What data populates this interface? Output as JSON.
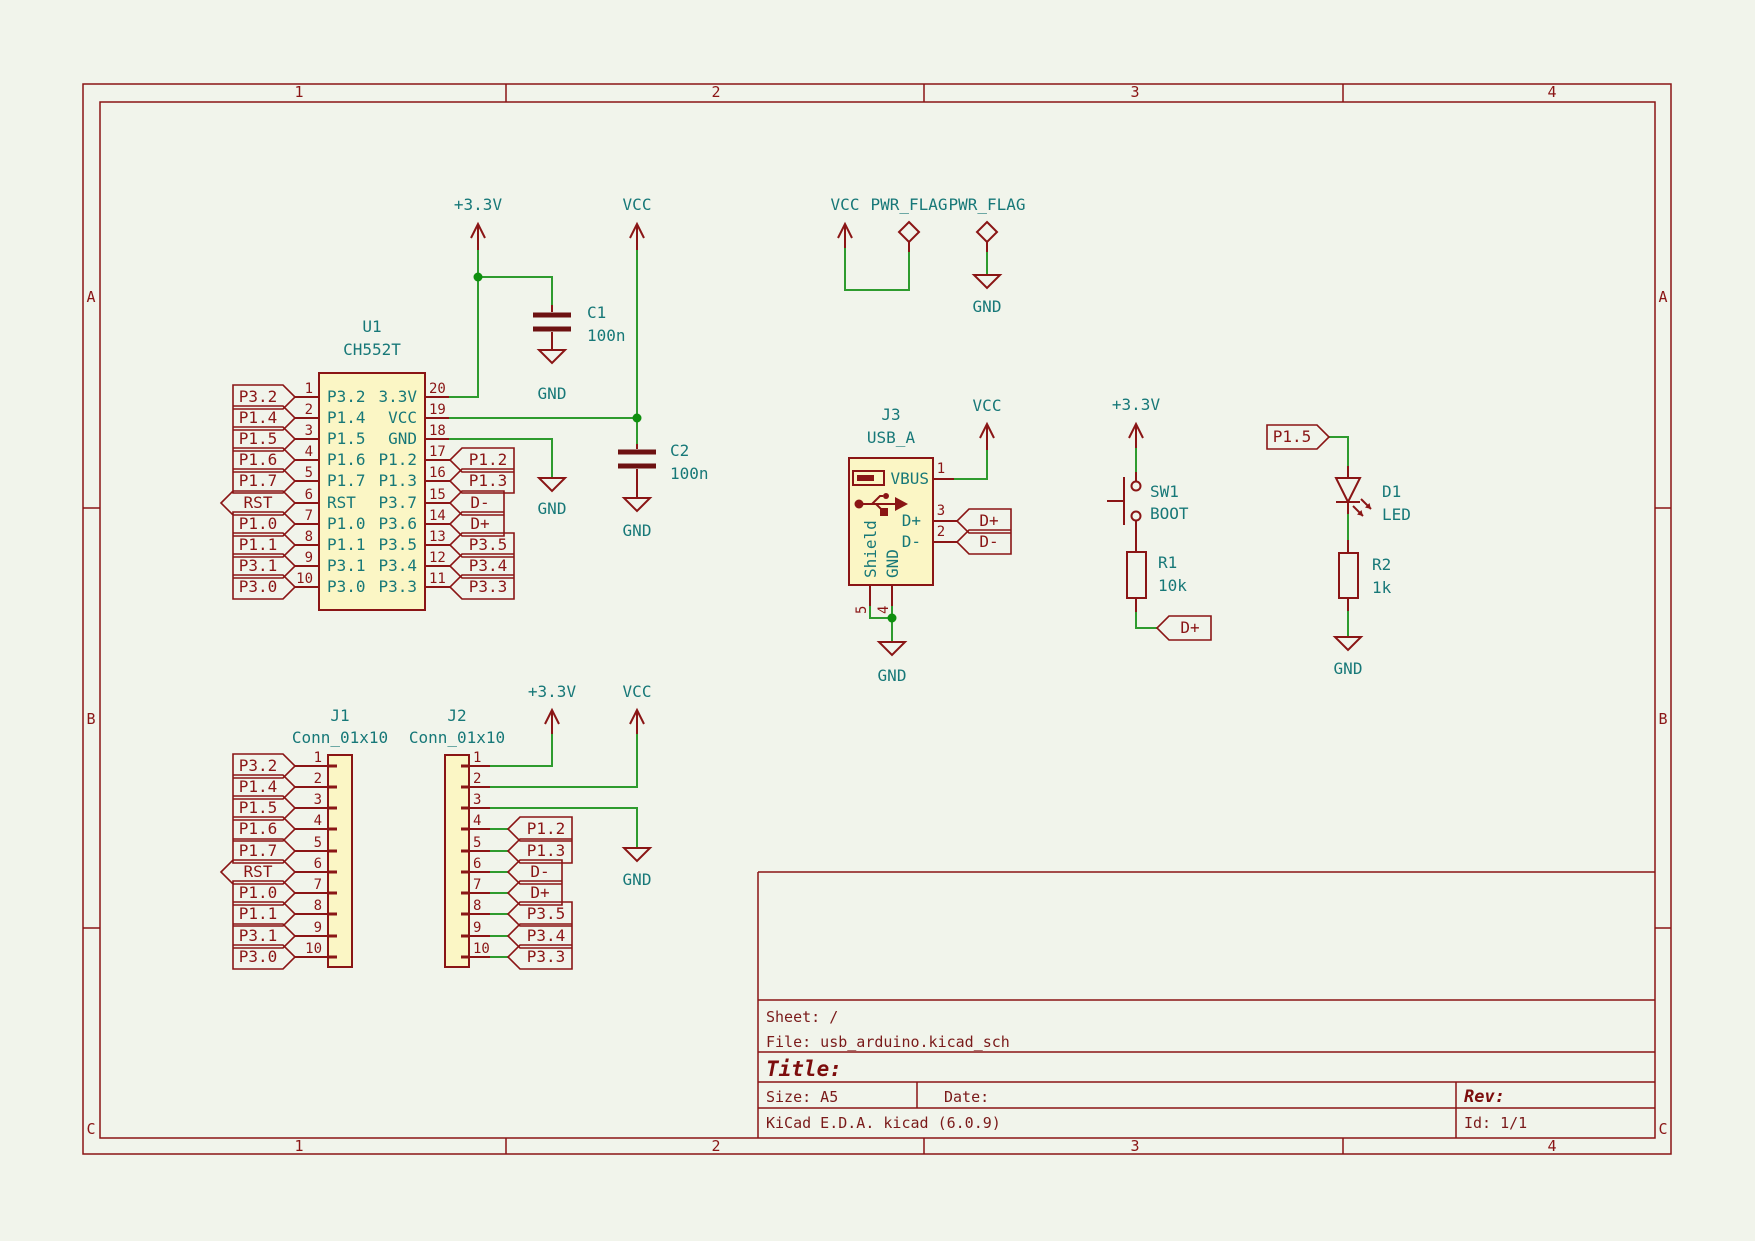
{
  "colors": {
    "wire": "#2e9b2e",
    "symbol": "#8a1515",
    "text_teal": "#177878",
    "body_fill": "#fbf6c5",
    "background": "#f1f4eb",
    "frame": "#8a1515"
  },
  "frame": {
    "cols": [
      "1",
      "2",
      "3",
      "4"
    ],
    "rows": [
      "A",
      "B",
      "C"
    ]
  },
  "title_block": {
    "sheet": "Sheet: /",
    "file": "File: usb_arduino.kicad_sch",
    "title": "Title:",
    "size": "Size: A5",
    "date": "Date:",
    "rev": "Rev:",
    "generator": "KiCad E.D.A.  kicad (6.0.9)",
    "id": "Id: 1/1"
  },
  "power": {
    "v33": "+3.3V",
    "vcc": "VCC",
    "gnd": "GND",
    "flag": "PWR_FLAG"
  },
  "nets": {
    "p15": "P1.5",
    "dplus": "D+",
    "dminus": "D-"
  },
  "u1": {
    "ref": "U1",
    "value": "CH552T",
    "left": [
      {
        "num": "1",
        "name": "P3.2",
        "label": "P3.2"
      },
      {
        "num": "2",
        "name": "P1.4",
        "label": "P1.4"
      },
      {
        "num": "3",
        "name": "P1.5",
        "label": "P1.5"
      },
      {
        "num": "4",
        "name": "P1.6",
        "label": "P1.6"
      },
      {
        "num": "5",
        "name": "P1.7",
        "label": "P1.7"
      },
      {
        "num": "6",
        "name": "RST",
        "label": "RST"
      },
      {
        "num": "7",
        "name": "P1.0",
        "label": "P1.0"
      },
      {
        "num": "8",
        "name": "P1.1",
        "label": "P1.1"
      },
      {
        "num": "9",
        "name": "P3.1",
        "label": "P3.1"
      },
      {
        "num": "10",
        "name": "P3.0",
        "label": "P3.0"
      }
    ],
    "right": [
      {
        "num": "20",
        "name": "3.3V"
      },
      {
        "num": "19",
        "name": "VCC"
      },
      {
        "num": "18",
        "name": "GND"
      },
      {
        "num": "17",
        "name": "P1.2",
        "label": "P1.2"
      },
      {
        "num": "16",
        "name": "P1.3",
        "label": "P1.3"
      },
      {
        "num": "15",
        "name": "P3.7",
        "label": "D-"
      },
      {
        "num": "14",
        "name": "P3.6",
        "label": "D+"
      },
      {
        "num": "13",
        "name": "P3.5",
        "label": "P3.5"
      },
      {
        "num": "12",
        "name": "P3.4",
        "label": "P3.4"
      },
      {
        "num": "11",
        "name": "P3.3",
        "label": "P3.3"
      }
    ]
  },
  "c1": {
    "ref": "C1",
    "value": "100n"
  },
  "c2": {
    "ref": "C2",
    "value": "100n"
  },
  "j3": {
    "ref": "J3",
    "value": "USB_A",
    "vbus": {
      "num": "1",
      "name": "VBUS"
    },
    "dp": {
      "num": "3",
      "name": "D+",
      "label": "D+"
    },
    "dm": {
      "num": "2",
      "name": "D-",
      "label": "D-"
    },
    "shield": {
      "num": "5",
      "name": "Shield"
    },
    "gndpin": {
      "num": "4",
      "name": "GND"
    }
  },
  "sw1": {
    "ref": "SW1",
    "value": "BOOT"
  },
  "r1": {
    "ref": "R1",
    "value": "10k"
  },
  "r2": {
    "ref": "R2",
    "value": "1k"
  },
  "d1": {
    "ref": "D1",
    "value": "LED"
  },
  "j1": {
    "ref": "J1",
    "value": "Conn_01x10",
    "pins": [
      {
        "num": "1",
        "label": "P3.2"
      },
      {
        "num": "2",
        "label": "P1.4"
      },
      {
        "num": "3",
        "label": "P1.5"
      },
      {
        "num": "4",
        "label": "P1.6"
      },
      {
        "num": "5",
        "label": "P1.7"
      },
      {
        "num": "6",
        "label": "RST"
      },
      {
        "num": "7",
        "label": "P1.0"
      },
      {
        "num": "8",
        "label": "P1.1"
      },
      {
        "num": "9",
        "label": "P3.1"
      },
      {
        "num": "10",
        "label": "P3.0"
      }
    ]
  },
  "j2": {
    "ref": "J2",
    "value": "Conn_01x10",
    "pins": [
      {
        "num": "1"
      },
      {
        "num": "2"
      },
      {
        "num": "3"
      },
      {
        "num": "4",
        "label": "P1.2"
      },
      {
        "num": "5",
        "label": "P1.3"
      },
      {
        "num": "6",
        "label": "D-"
      },
      {
        "num": "7",
        "label": "D+"
      },
      {
        "num": "8",
        "label": "P3.5"
      },
      {
        "num": "9",
        "label": "P3.4"
      },
      {
        "num": "10",
        "label": "P3.3"
      }
    ]
  }
}
